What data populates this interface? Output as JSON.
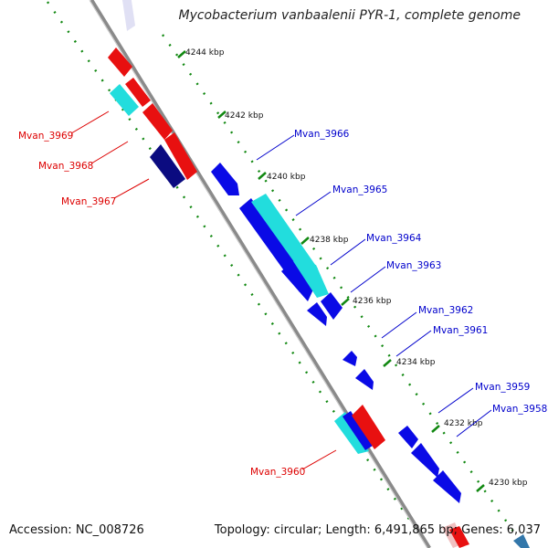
{
  "title": "Mycobacterium vanbaalenii PYR-1, complete genome",
  "footer": {
    "accession": "Accession: NC_008726",
    "summary": "Topology: circular; Length: 6,491,865 bp; Genes: 6,037"
  },
  "ticks": [
    {
      "label": "4244 kbp"
    },
    {
      "label": "4242 kbp"
    },
    {
      "label": "4240 kbp"
    },
    {
      "label": "4238 kbp"
    },
    {
      "label": "4236 kbp"
    },
    {
      "label": "4234 kbp"
    },
    {
      "label": "4232 kbp"
    },
    {
      "label": "4230 kbp"
    }
  ],
  "gene_labels_reverse": [
    {
      "label": "Mvan_3969",
      "color": "#dd0000"
    },
    {
      "label": "Mvan_3968",
      "color": "#dd0000"
    },
    {
      "label": "Mvan_3967",
      "color": "#dd0000"
    },
    {
      "label": "Mvan_3960",
      "color": "#dd0000"
    }
  ],
  "gene_labels_forward": [
    {
      "label": "Mvan_3966",
      "color": "#0000cc"
    },
    {
      "label": "Mvan_3965",
      "color": "#0000cc"
    },
    {
      "label": "Mvan_3964",
      "color": "#0000cc"
    },
    {
      "label": "Mvan_3963",
      "color": "#0000cc"
    },
    {
      "label": "Mvan_3962",
      "color": "#0000cc"
    },
    {
      "label": "Mvan_3961",
      "color": "#0000cc"
    },
    {
      "label": "Mvan_3959",
      "color": "#0000cc"
    },
    {
      "label": "Mvan_3958",
      "color": "#0000cc"
    }
  ],
  "colors": {
    "backbone": "#8a8a8a",
    "tick": "#118811",
    "forward_gene": "#0a0ae6",
    "reverse_gene": "#e81010",
    "rna_gene": "#22dddd",
    "dark_gene": "#0b0b80"
  }
}
